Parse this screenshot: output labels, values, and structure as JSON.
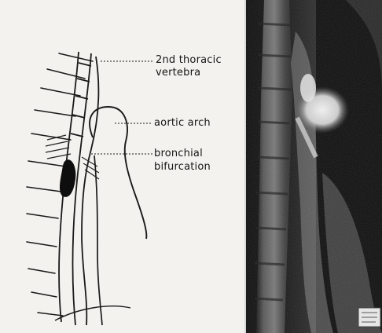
{
  "labels": {
    "vertebra_line1": "2nd thoracic",
    "vertebra_line2": "vertebra",
    "aortic_arch": "aortic arch",
    "bronchial_line1": "bronchial",
    "bronchial_line2": "bifurcation"
  }
}
